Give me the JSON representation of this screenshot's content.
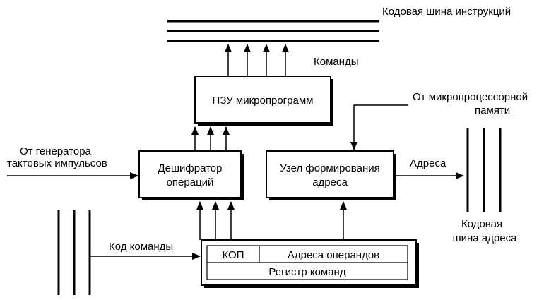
{
  "labels": {
    "instruction_bus": "Кодовая шина инструкций",
    "commands": "Команды",
    "from_memory_line1": "От микропроцессорной",
    "from_memory_line2": "памяти",
    "from_generator_line1": "От генератора",
    "from_generator_line2": "тактовых импульсов",
    "address": "Адреса",
    "address_bus_line1": "Кодовая",
    "address_bus_line2": "шина адреса",
    "command_code": "Код команды"
  },
  "blocks": {
    "rom": "ПЗУ микропрограмм",
    "decoder_line1": "Дешифратор",
    "decoder_line2": "операций",
    "addr_unit_line1": "Узел формирования",
    "addr_unit_line2": "адреса",
    "register": {
      "kop": "КОП",
      "operand_addresses": "Адреса операндов",
      "name": "Регистр команд"
    }
  }
}
